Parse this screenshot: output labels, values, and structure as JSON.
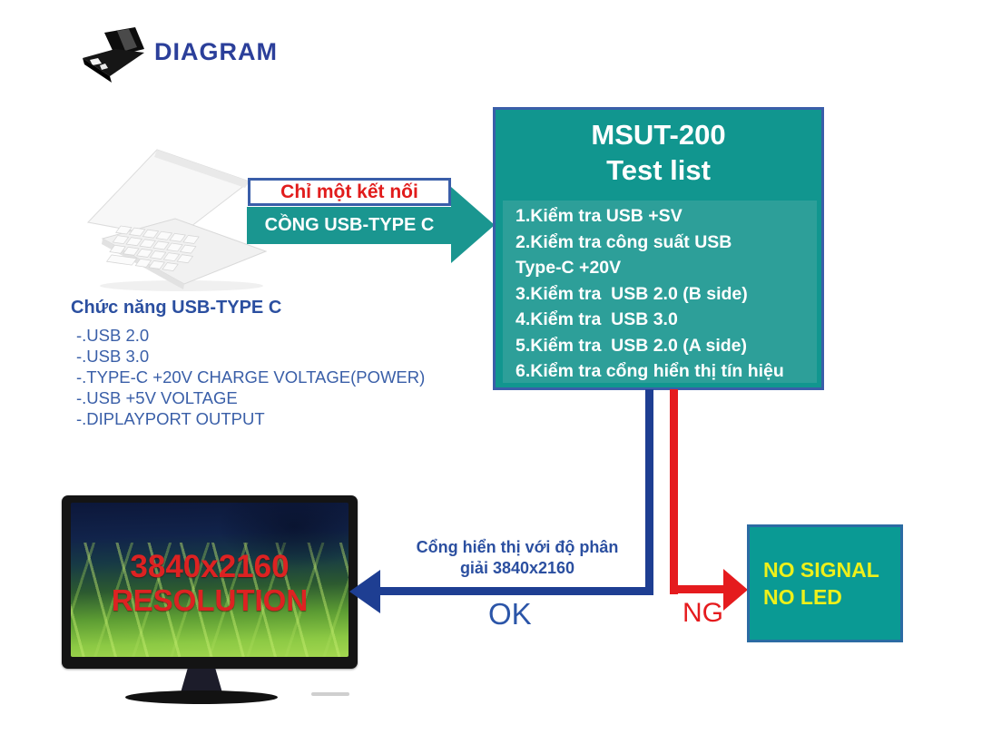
{
  "header": {
    "title": "DIAGRAM",
    "icon": "laptop-icon"
  },
  "connection": {
    "note": "Chỉ một kết nối",
    "port_label": "CỒNG USB-TYPE C"
  },
  "test_box": {
    "title_line1": "MSUT-200",
    "title_line2": "Test list",
    "lines": [
      "1.Kiểm tra USB +SV",
      "2.Kiểm tra công suất USB",
      "Type-C +20V",
      "3.Kiểm tra  USB 2.0 (B side)",
      "4.Kiểm tra  USB 3.0",
      "5.Kiểm tra  USB 2.0 (A side)",
      "6.Kiểm tra cổng hiển thị tín hiệu"
    ]
  },
  "functions": {
    "title": "Chức năng USB-TYPE C",
    "items": [
      "-.USB 2.0",
      "-.USB 3.0",
      "-.TYPE-C +20V CHARGE VOLTAGE(POWER)",
      "-.USB +5V VOLTAGE",
      "-.DIPLAYPORT OUTPUT"
    ]
  },
  "monitor": {
    "screen_line1": "3840x2160",
    "screen_line2": "RESOLUTION"
  },
  "ok_path": {
    "label_line1": "Cổng hiển thị với độ phân",
    "label_line2": "giải 3840x2160",
    "result": "OK"
  },
  "ng_path": {
    "result": "NG"
  },
  "no_signal_box": {
    "line1": "NO SIGNAL",
    "line2": "NO LED"
  },
  "colors": {
    "teal": "#11968F",
    "teal_inner": "#2D9F99",
    "box_border_blue": "#3A5EA9",
    "arrow_blue": "#1E3E92",
    "arrow_red": "#E51B1E",
    "label_blue": "#2B4FA0",
    "warning_yellow": "#EEF01A",
    "screen_text_red": "#DD2222",
    "title_blue": "#2B3F9A"
  }
}
